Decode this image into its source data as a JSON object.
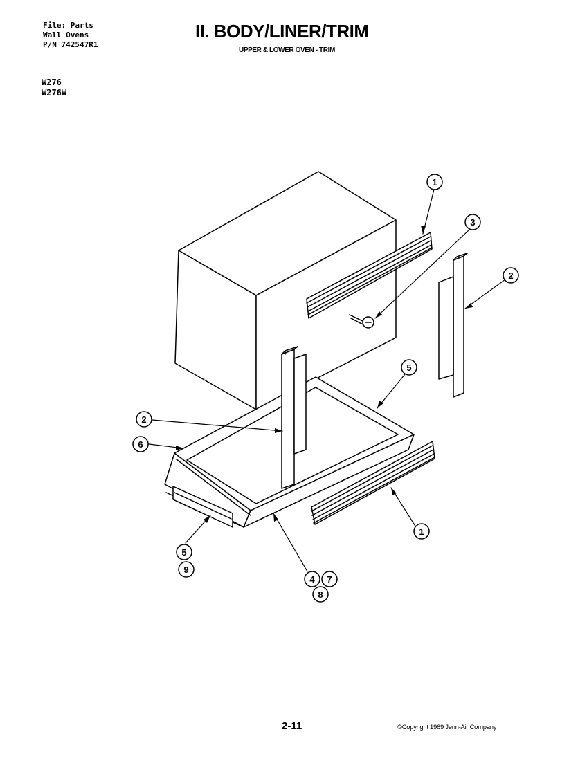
{
  "header": {
    "file_lines": [
      "File: Parts",
      "Wall Ovens",
      "P/N 742547R1"
    ],
    "models": [
      "W276",
      "W276W"
    ],
    "title": "II. BODY/LINER/TRIM",
    "subtitle": "UPPER & LOWER OVEN - TRIM"
  },
  "callouts": [
    {
      "id": "callout-1-top",
      "label": "1"
    },
    {
      "id": "callout-3",
      "label": "3"
    },
    {
      "id": "callout-2-right",
      "label": "2"
    },
    {
      "id": "callout-5-right",
      "label": "5"
    },
    {
      "id": "callout-2-left",
      "label": "2"
    },
    {
      "id": "callout-6",
      "label": "6"
    },
    {
      "id": "callout-1-bottom",
      "label": "1"
    },
    {
      "id": "callout-5-left",
      "label": "5"
    },
    {
      "id": "callout-9",
      "label": "9"
    },
    {
      "id": "callout-4",
      "label": "4"
    },
    {
      "id": "callout-7",
      "label": "7"
    },
    {
      "id": "callout-8",
      "label": "8"
    }
  ],
  "footer": {
    "page_number": "2-11",
    "copyright": "©Copyright 1989 Jenn-Air Company"
  }
}
